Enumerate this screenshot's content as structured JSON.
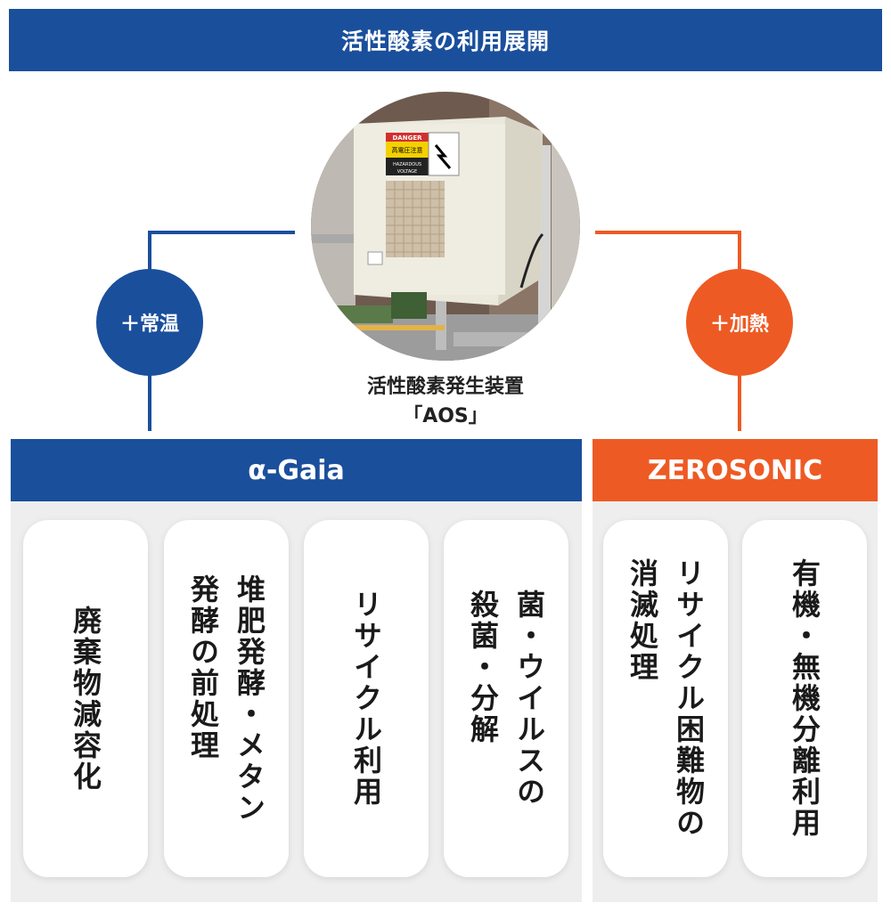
{
  "title": "活性酸素の利用展開",
  "device": {
    "caption_line1": "活性酸素発生装置",
    "caption_line2": "「AOS」",
    "sign_danger": "DANGER",
    "sign_jp": "高電圧注意",
    "sign_en1": "HAZARDOUS",
    "sign_en2": "VOLTAGE"
  },
  "left_branch": {
    "badge": "＋常温",
    "category": "α-Gaia",
    "cards": [
      {
        "lines": [
          "廃棄物減容化"
        ]
      },
      {
        "lines": [
          "堆肥発酵・メタン",
          "発酵の前処理"
        ]
      },
      {
        "lines": [
          "リサイクル利用"
        ]
      },
      {
        "lines": [
          "菌・ウイルスの",
          "殺菌・分解"
        ]
      }
    ]
  },
  "right_branch": {
    "badge": "＋加熱",
    "category": "ZEROSONIC",
    "cards": [
      {
        "lines": [
          "リサイクル困難物の",
          "消滅処理"
        ]
      },
      {
        "lines": [
          "有機・無機分離利用"
        ]
      }
    ]
  },
  "colors": {
    "blue": "#1a4f9c",
    "orange": "#ee5a24",
    "panel": "#eeeeee"
  }
}
